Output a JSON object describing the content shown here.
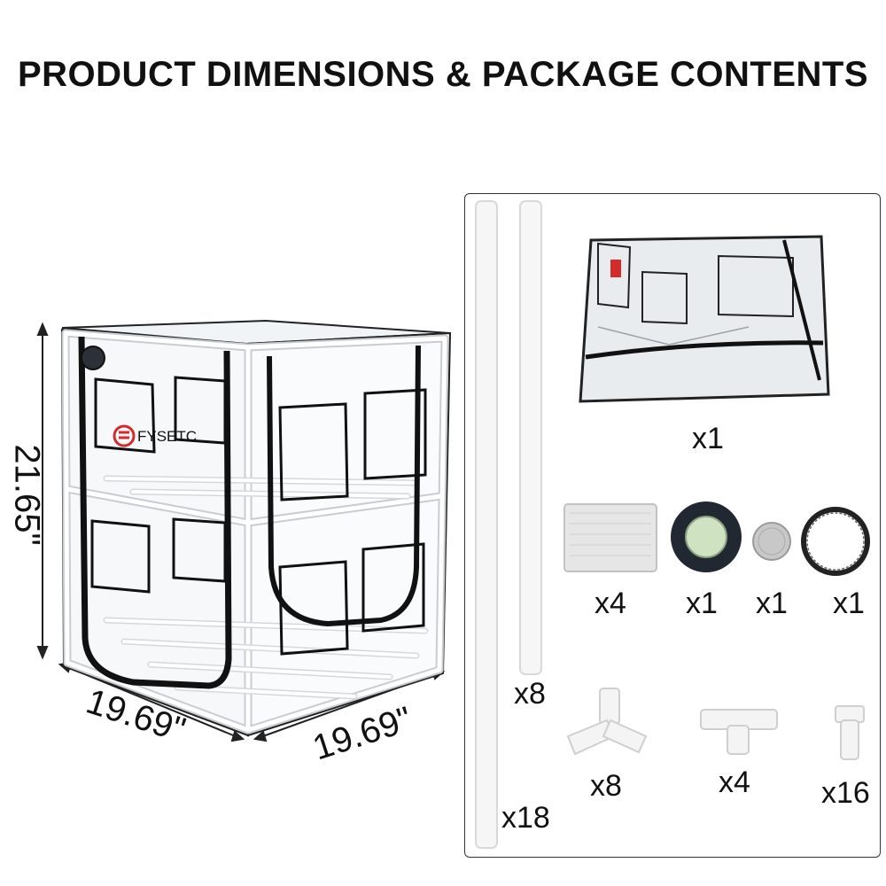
{
  "title": "PRODUCT DIMENSIONS & PACKAGE CONTENTS",
  "brand": "FYSETC",
  "dimensions": {
    "height": "21.65\"",
    "depth": "19.69\"",
    "width": "19.69\""
  },
  "contents": {
    "cover_qty": "x1",
    "desiccant_qty": "x4",
    "hygrometer_qty": "x1",
    "battery_qty": "x1",
    "ring_qty": "x1",
    "short_pipe_qty": "x8",
    "long_pipe_qty": "x18",
    "corner_connector_qty": "x8",
    "tee_connector_qty": "x4",
    "straight_connector_qty": "x16"
  },
  "colors": {
    "brand_red": "#d42a2a",
    "frame": "#f4f4f4",
    "zipper": "#111111"
  }
}
